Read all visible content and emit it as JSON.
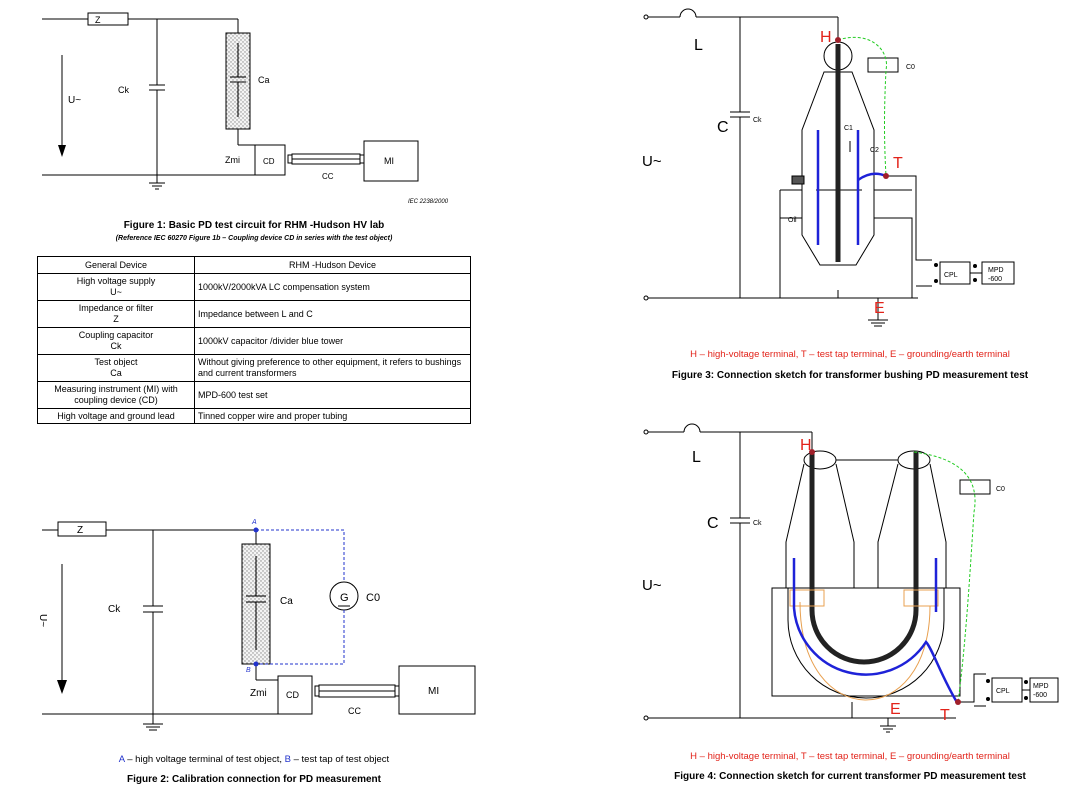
{
  "figure1": {
    "caption": "Figure 1: Basic PD test circuit for RHM -Hudson HV lab",
    "reference": "(Reference IEC 60270 Figure 1b – Coupling device CD in series with the test object)",
    "labels": {
      "z": "Z",
      "u": "U~",
      "ck": "Ck",
      "ca": "Ca",
      "zmi": "Zmi",
      "cd": "CD",
      "cc": "CC",
      "mi": "MI",
      "iec": "IEC  2238/2000"
    }
  },
  "table": {
    "headers": [
      "General Device",
      "RHM -Hudson Device"
    ],
    "rows": [
      {
        "general": "High voltage supply",
        "symbol": "U~",
        "rhm": "1000kV/2000kVA LC compensation system"
      },
      {
        "general": "Impedance or filter",
        "symbol": "Z",
        "rhm": "Impedance between L and C"
      },
      {
        "general": "Coupling capacitor",
        "symbol": "Ck",
        "rhm": "1000kV capacitor /divider blue tower"
      },
      {
        "general": "Test object",
        "symbol": "Ca",
        "rhm": "Without giving preference to other equipment, it refers to bushings and current transformers"
      },
      {
        "general": "Measuring instrument (MI) with coupling device (CD)",
        "symbol": "",
        "rhm": "MPD-600 test set"
      },
      {
        "general": "High voltage and ground lead",
        "symbol": "",
        "rhm": "Tinned copper wire and proper tubing"
      }
    ]
  },
  "figure2": {
    "legend_a": "A",
    "legend_a_text": " – high voltage terminal of test object, ",
    "legend_b": "B",
    "legend_b_text": " – test tap of test object",
    "caption": "Figure 2: Calibration connection for PD measurement",
    "labels": {
      "z": "Z",
      "u": "U~",
      "ck": "Ck",
      "ca": "Ca",
      "a": "A",
      "b": "B",
      "g": "G",
      "c0": "C0",
      "zmi": "Zmi",
      "cd": "CD",
      "cc": "CC",
      "mi": "MI"
    }
  },
  "figure3": {
    "legend": "H – high-voltage terminal, T – test tap terminal, E – grounding/earth terminal",
    "caption": "Figure 3: Connection sketch for transformer bushing PD measurement test",
    "labels": {
      "l": "L",
      "c": "C",
      "ck": "Ck",
      "u": "U~",
      "h": "H",
      "t": "T",
      "e": "E",
      "c0": "C0",
      "c1": "C1",
      "c2": "C2",
      "oil": "Oil",
      "cpl": "CPL",
      "mpd": "MPD",
      "mpd2": "-600"
    }
  },
  "figure4": {
    "legend": "H – high-voltage terminal, T – test tap terminal, E – grounding/earth terminal",
    "caption": "Figure 4: Connection sketch for current transformer PD measurement test",
    "labels": {
      "l": "L",
      "c": "C",
      "ck": "Ck",
      "u": "U~",
      "h": "H",
      "t": "T",
      "e": "E",
      "c0": "C0",
      "cpl": "CPL",
      "mpd": "MPD",
      "mpd2": "-600"
    }
  },
  "colors": {
    "red": "#e2231a",
    "blue": "#1e22d8",
    "green": "#22cc22",
    "orange": "#e8a050",
    "hatch": "#c8c8c8"
  }
}
